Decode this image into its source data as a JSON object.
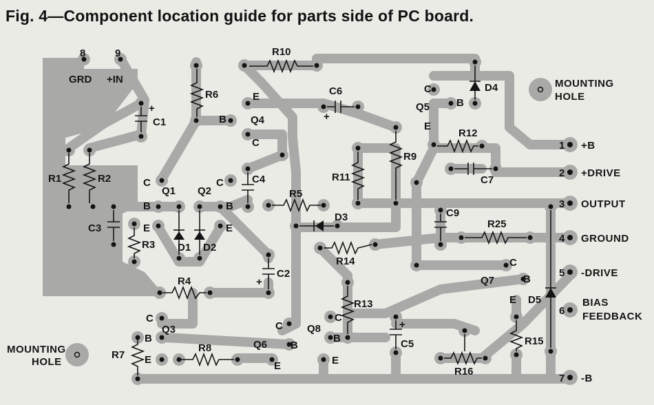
{
  "caption": "Fig. 4—Component location guide for parts side of PC board.",
  "labels": {
    "pin8": "8",
    "pin9": "9",
    "grd": "GRD",
    "plus_in": "+IN",
    "plus": "+",
    "c": "C",
    "b": "B",
    "e": "E",
    "r1": "R1",
    "r2": "R2",
    "r3": "R3",
    "r4": "R4",
    "r5": "R5",
    "r6": "R6",
    "r7": "R7",
    "r8": "R8",
    "r9": "R9",
    "r10": "R10",
    "r11": "R11",
    "r12": "R12",
    "r13": "R13",
    "r14": "R14",
    "r15": "R15",
    "r16": "R16",
    "r25": "R25",
    "c1": "C1",
    "c2": "C2",
    "c3": "C3",
    "c4": "C4",
    "c5": "C5",
    "c6": "C6",
    "c7": "C7",
    "c9": "C9",
    "d1": "D1",
    "d2": "D2",
    "d3": "D3",
    "d4": "D4",
    "d5": "D5",
    "q1": "Q1",
    "q2": "Q2",
    "q3": "Q3",
    "q4": "Q4",
    "q5": "Q5",
    "q6": "Q6",
    "q7": "Q7",
    "q8": "Q8",
    "mounting": "MOUNTING",
    "hole": "HOLE"
  },
  "terminals": [
    {
      "pin": "1",
      "name": "+B"
    },
    {
      "pin": "2",
      "name": "+DRIVE"
    },
    {
      "pin": "3",
      "name": "OUTPUT"
    },
    {
      "pin": "4",
      "name": "GROUND"
    },
    {
      "pin": "5",
      "name": "-DRIVE"
    },
    {
      "pin": "6",
      "name_line1": "BIAS",
      "name_line2": "FEEDBACK"
    },
    {
      "pin": "7",
      "name": "-B"
    }
  ]
}
